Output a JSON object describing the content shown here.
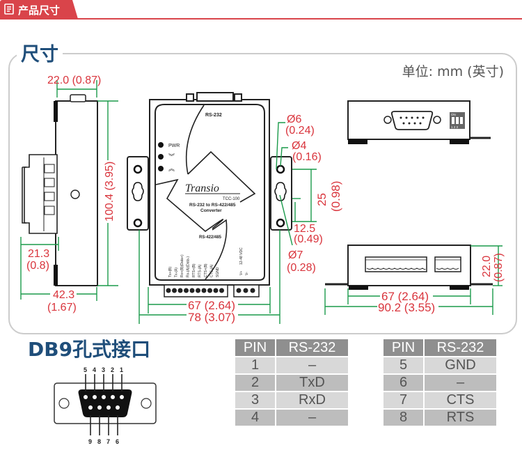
{
  "header": {
    "tab_label": "产品尺寸",
    "tab_icon": "document-icon",
    "accent_color": "#d9444a"
  },
  "dimensions_section": {
    "title": "尺寸",
    "unit_label": "单位: mm (英寸)",
    "side_view": {
      "width_top": "22.0 (0.87)",
      "height": "100.4 (3.95)",
      "din_depth_line1": "21.3",
      "din_depth_line2": "(0.8)",
      "total_depth_line1": "42.3",
      "total_depth_line2": "(1.67)"
    },
    "front_view": {
      "rs232_label": "RS-232",
      "led_labels": [
        "PWR",
        "TX",
        "RX"
      ],
      "brand": "Transio",
      "model": "TCC-100",
      "desc_line1": "RS-232 to RS-422/485",
      "desc_line2": "Converter",
      "rs485_label": "RS-422/485",
      "terminal_labels": [
        "Tx+(B)",
        "Tx-(A)",
        "Rx+(B)(Data+)",
        "Rx-(A)(Data-)",
        "RTS+(B)",
        "RTS-(A)",
        "CTS+(B)",
        "CTS-(A)",
        "SGND"
      ],
      "power_labels": [
        "V+",
        "V-"
      ],
      "power_spec": "12-48 VDC",
      "inner_width": "67 (2.64)",
      "outer_width": "78 (3.07)"
    },
    "mount_holes": {
      "d6_line1": "Ø6",
      "d6_line2": "(0.24)",
      "d4_line1": "Ø4",
      "d4_line2": "(0.16)",
      "spacing_line1": "25",
      "spacing_line2": "(0.98)",
      "offset_line1": "12.5",
      "offset_line2": "(0.49)",
      "d7_line1": "Ø7",
      "d7_line2": "(0.28)"
    },
    "top_view": {
      "dip_label": "ON",
      "dip_numbers": "1 2 3"
    },
    "bottom_view": {
      "height_line1": "22.0",
      "height_line2": "(0.87)",
      "inner_width": "67 (2.64)",
      "outer_width": "90.2 (3.55)"
    }
  },
  "db9_section": {
    "title": "DB9孔式接口",
    "top_pins": [
      "5",
      "4",
      "3",
      "2",
      "1"
    ],
    "bottom_pins": [
      "9",
      "8",
      "7",
      "6"
    ]
  },
  "pin_tables": [
    {
      "headers": [
        "PIN",
        "RS-232"
      ],
      "rows": [
        [
          "1",
          "–"
        ],
        [
          "2",
          "TxD"
        ],
        [
          "3",
          "RxD"
        ],
        [
          "4",
          "–"
        ]
      ]
    },
    {
      "headers": [
        "PIN",
        "RS-232"
      ],
      "rows": [
        [
          "5",
          "GND"
        ],
        [
          "6",
          "–"
        ],
        [
          "7",
          "CTS"
        ],
        [
          "8",
          "RTS"
        ]
      ]
    }
  ]
}
